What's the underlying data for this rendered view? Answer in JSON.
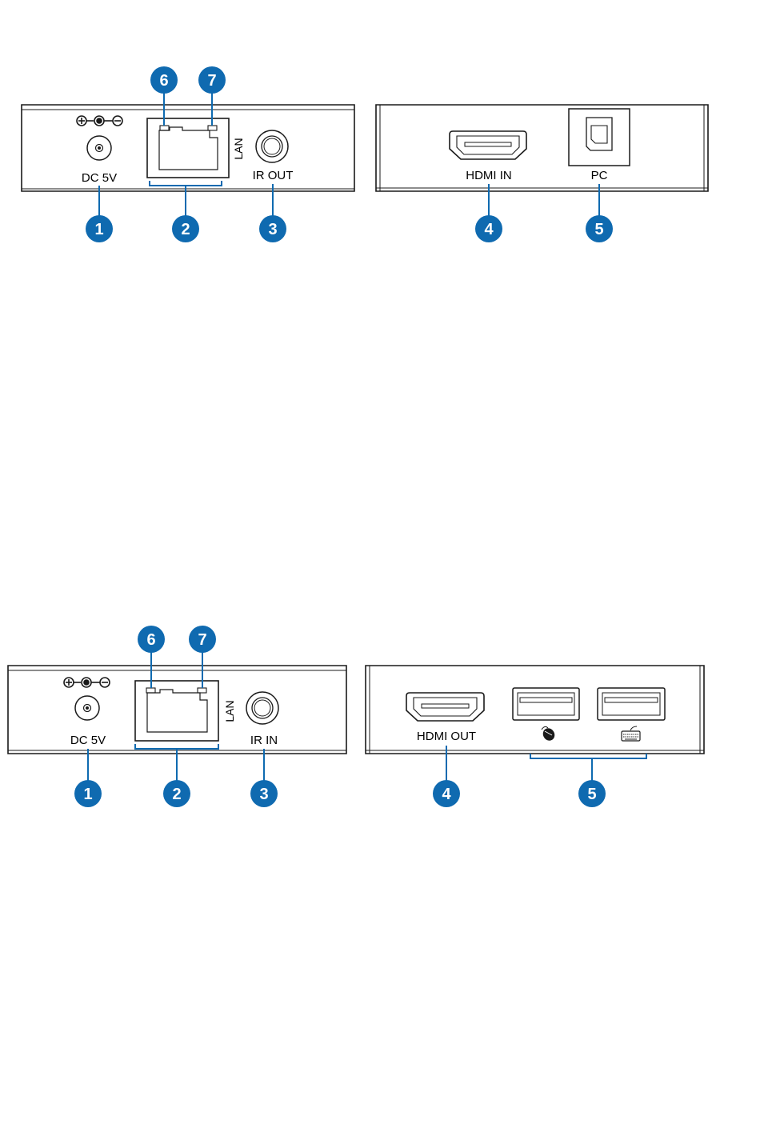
{
  "colors": {
    "callout_fill": "#0f6ab0",
    "leader": "#0f6ab0",
    "outline": "#1a1a1a",
    "panel_fill": "#ffffff"
  },
  "transmitter": {
    "rear": {
      "polarity_icon": "dc-polarity-icon",
      "power_label": "DC 5V",
      "lan_label": "LAN",
      "ir_label": "IR OUT",
      "callouts": {
        "power": "1",
        "lan": "2",
        "ir": "3",
        "led_left": "6",
        "led_right": "7"
      }
    },
    "front": {
      "hdmi_label": "HDMI IN",
      "usb_label": "PC",
      "callouts": {
        "hdmi": "4",
        "usb": "5"
      }
    }
  },
  "receiver": {
    "rear": {
      "polarity_icon": "dc-polarity-icon",
      "power_label": "DC 5V",
      "lan_label": "LAN",
      "ir_label": "IR IN",
      "callouts": {
        "power": "1",
        "lan": "2",
        "ir": "3",
        "led_left": "6",
        "led_right": "7"
      }
    },
    "front": {
      "hdmi_label": "HDMI OUT",
      "usb_port_1_icon": "mouse-icon",
      "usb_port_2_icon": "keyboard-icon",
      "callouts": {
        "hdmi": "4",
        "usb": "5"
      }
    }
  }
}
